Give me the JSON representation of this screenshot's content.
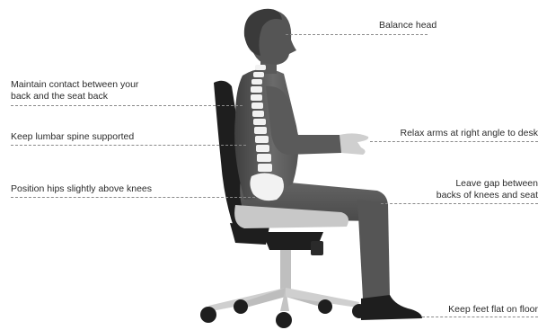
{
  "labels": {
    "balance_head": "Balance head",
    "maintain_contact_1": "Maintain contact between your",
    "maintain_contact_2": "back and the seat back",
    "lumbar": "Keep lumbar spine supported",
    "relax_arms": "Relax arms at right angle to desk",
    "position_hips": "Position hips slightly above knees",
    "leave_gap_1": "Leave gap between",
    "leave_gap_2": "backs of knees and seat",
    "feet_flat": "Keep feet flat on floor"
  },
  "colors": {
    "figure_dark": "#4a4a4a",
    "figure_mid": "#5e5e5e",
    "hair": "#3a3a3a",
    "chair_dark": "#1e1e1e",
    "chair_light": "#c8c8c8",
    "spine": "#f2f2f2",
    "leader_line": "#8a8a8a"
  }
}
